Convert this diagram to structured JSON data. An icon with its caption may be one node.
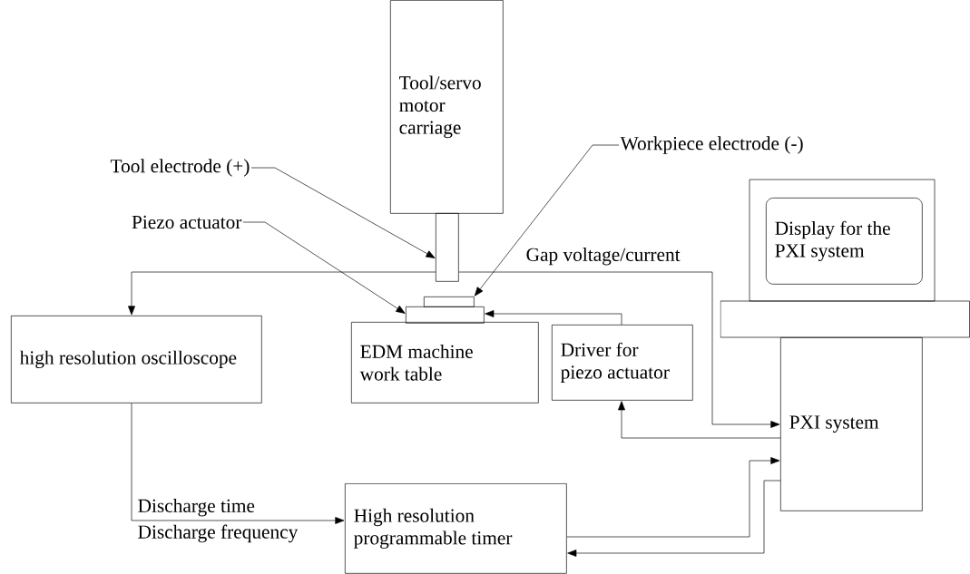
{
  "diagram": {
    "nodes": [
      {
        "text": [
          "Tool/servo motor carriage"
        ]
      },
      {
        "text": [],
        "shape": "box"
      },
      {
        "text": [
          "Tool electrode (+)"
        ]
      },
      {
        "text": [
          "Piezo actuator"
        ]
      },
      {
        "text": [
          "Workpiece electrode (-)"
        ]
      },
      {
        "text": [],
        "shape": "box"
      },
      {
        "text": [],
        "shape": "box"
      },
      {
        "text": [
          "high resolution oscilloscope"
        ]
      },
      {
        "text": [
          "EDM machine work table"
        ]
      },
      {
        "text": [
          "Driver for piezo actuator"
        ]
      },
      {
        "text": [
          "Display for the PXI system"
        ]
      },
      {
        "text": [
          "PXI system"
        ]
      },
      {
        "text": [
          "High resolution programmable timer"
        ]
      }
    ],
    "edges": [
      {
        "from": 2,
        "to": 1,
        "arrow": "to"
      },
      {
        "from": 3,
        "to": 6,
        "arrow": "to"
      },
      {
        "from": 4,
        "to": 5,
        "arrow": "to"
      },
      {
        "from": 1,
        "to": 7,
        "arrow": "to"
      },
      {
        "from": 1,
        "to": 11,
        "arrow": "to",
        "label": "Gap voltage/current"
      },
      {
        "from": 9,
        "to": 6,
        "arrow": "to"
      },
      {
        "from": 11,
        "to": 9,
        "arrow": "to"
      },
      {
        "from": 7,
        "to": 12,
        "arrow": "to",
        "label": "Discharge time"
      },
      {
        "from": 12,
        "to": 11,
        "arrow": "to"
      },
      {
        "from": 11,
        "to": 12,
        "arrow": "to"
      }
    ],
    "labels": [
      "Discharge frequency"
    ]
  }
}
